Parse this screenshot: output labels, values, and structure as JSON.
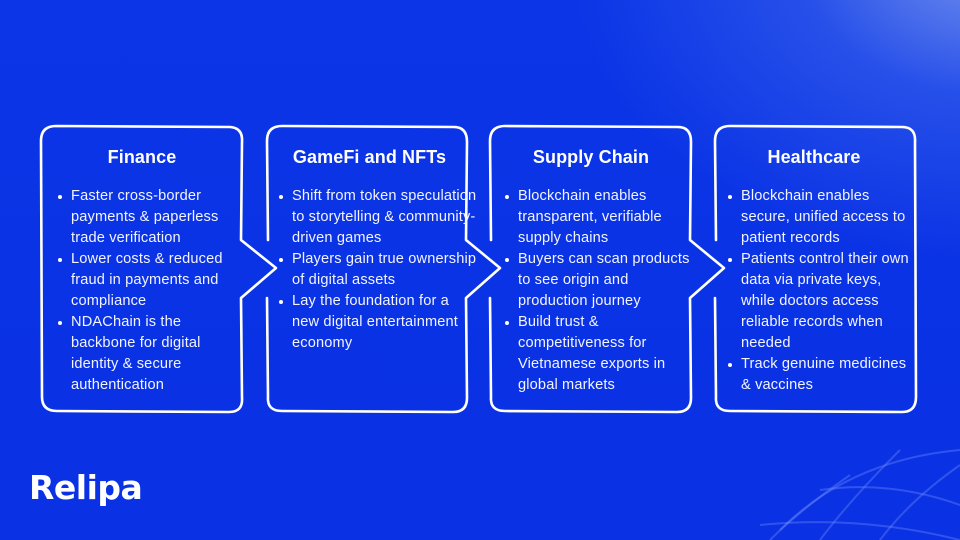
{
  "slide": {
    "background_color": "#0a34e8",
    "accent_color": "#ffffff"
  },
  "cards": [
    {
      "title": "Finance",
      "bullets": [
        "Faster cross-border payments & paperless trade verification",
        "Lower costs & reduced fraud in payments and compliance",
        "NDAChain is the backbone for digital identity & secure authentication"
      ]
    },
    {
      "title": "GameFi and NFTs",
      "bullets": [
        "Shift from token speculation to storytelling & community-driven games",
        "Players gain true ownership of digital assets",
        "Lay the foundation for a new digital entertainment economy"
      ]
    },
    {
      "title": "Supply Chain",
      "bullets": [
        "Blockchain enables transparent, verifiable supply chains",
        "Buyers can scan products to see origin and production journey",
        "Build trust & competitiveness for Vietnamese exports in global markets"
      ]
    },
    {
      "title": "Healthcare",
      "bullets": [
        "Blockchain enables secure, unified access to patient records",
        "Patients control their own data via private keys, while doctors access reliable records when needed",
        "Track genuine medicines & vaccines"
      ]
    }
  ],
  "logo": {
    "text": "Relipa"
  }
}
